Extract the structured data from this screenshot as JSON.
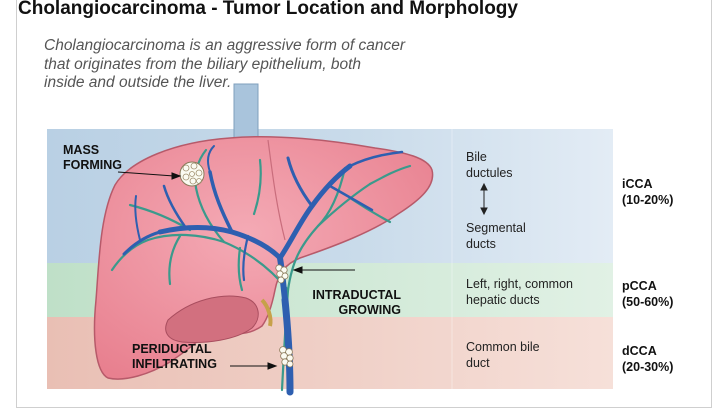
{
  "header": {
    "title": "Cholangiocarcinoma - Tumor Location and Morphology",
    "subtitle_lines": [
      "Cholangiocarcinoma is an aggressive form of cancer",
      "that originates from the biliary epithelium, both",
      "inside and outside the liver."
    ]
  },
  "morphology_labels": {
    "mass_forming": [
      "MASS",
      "FORMING"
    ],
    "intraductal_growing": [
      "INTRADUCTAL",
      "GROWING"
    ],
    "periductal_infiltrating": [
      "PERIDUCTAL",
      "INFILTRATING"
    ]
  },
  "zones": [
    {
      "id": "icca",
      "color": "#c6d8e6",
      "location_lines": [
        "Bile",
        "ductules"
      ],
      "location_lines_2": [
        "Segmental",
        "ducts"
      ],
      "code": "iCCA",
      "percent": "(10-20%)"
    },
    {
      "id": "pcca",
      "color": "#d3ead8",
      "location_lines": [
        "Left, right, common",
        "hepatic ducts"
      ],
      "code": "pCCA",
      "percent": "(50-60%)"
    },
    {
      "id": "dcca",
      "color": "#f0d0c6",
      "location_lines": [
        "Common bile",
        "duct"
      ],
      "code": "dCCA",
      "percent": "(20-30%)"
    }
  ],
  "colors": {
    "liver": "#ef97a4",
    "liver_outline": "#b75a6a",
    "bile_duct": "#2e5fb0",
    "vessel_teal": "#3a9a8c",
    "tumor": "#fbfbf2"
  }
}
